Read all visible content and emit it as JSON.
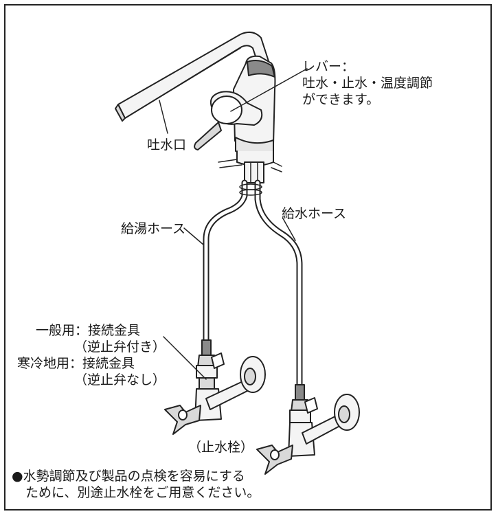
{
  "labels": {
    "lever_title": "レバー：",
    "lever_line1": "吐水・止水・温度調節",
    "lever_line2": "ができます。",
    "spout": "吐水口",
    "hot_hose": "給湯ホース",
    "cold_hose": "給水ホース",
    "general_use": "一般用：接続金具",
    "general_use_sub": "（逆止弁付き）",
    "cold_region": "寒冷地用：接続金具",
    "cold_region_sub": "（逆止弁なし）",
    "stop_valve": "（止水栓）"
  },
  "note": {
    "line1": "●水勢調節及び製品の点検を容易にする",
    "line2": "ために、別途止水栓をご用意ください。"
  },
  "colors": {
    "line": "#222222",
    "fill_light": "#f4f4f4",
    "fill_mid": "#d9d9d9",
    "fill_dark": "#8a8a8a"
  }
}
